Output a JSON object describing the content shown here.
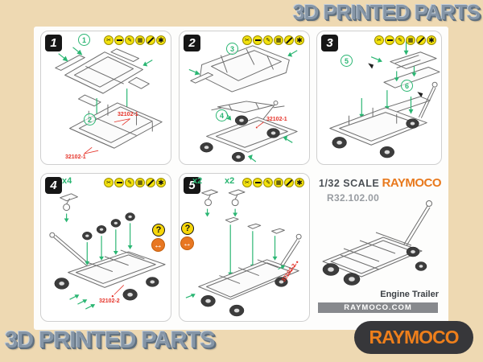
{
  "page": {
    "title_top": "3D PRINTED PARTS",
    "title_bottom": "3D PRINTED PARTS"
  },
  "brand": {
    "logo_text": "RAYMOCO",
    "website_bar": "RAYMOCO.COM"
  },
  "product": {
    "scale": "1/32 SCALE",
    "sku": "R32.102.00",
    "name": "Engine Trailer"
  },
  "colors": {
    "background": "#eed9b2",
    "panel": "#fdfdfc",
    "accent_green": "#2bb673",
    "part_label_red": "#e53127",
    "tool_icon_yellow": "#f3e20e",
    "brand_orange": "#e8791d",
    "title_gray_blue": "#8696a7",
    "website_bar_gray": "#87898d",
    "logo_pill_dark": "#37373a"
  },
  "icons": {
    "toolbar": [
      "sprue-cutter-icon",
      "sanding-file-icon",
      "hobby-knife-icon",
      "mesh-grid-icon",
      "do-not-icon",
      "glue-icon"
    ],
    "question_glyph": "?",
    "flip_glyph": "↔"
  },
  "steps": [
    {
      "number": "1",
      "callouts": [
        "1",
        "2"
      ],
      "part_labels": [
        "32102-1",
        "32102-1"
      ],
      "quantities": []
    },
    {
      "number": "2",
      "callouts": [
        "3",
        "4"
      ],
      "part_labels": [
        "32102-1"
      ],
      "quantities": []
    },
    {
      "number": "3",
      "callouts": [
        "5",
        "6"
      ],
      "part_labels": [],
      "quantities": []
    },
    {
      "number": "4",
      "callouts": [],
      "part_labels": [
        "32102-2"
      ],
      "quantities": [
        "x4"
      ]
    },
    {
      "number": "5",
      "callouts": [],
      "part_labels": [
        "32102-2"
      ],
      "quantities": [
        "x2",
        "x2"
      ]
    }
  ]
}
